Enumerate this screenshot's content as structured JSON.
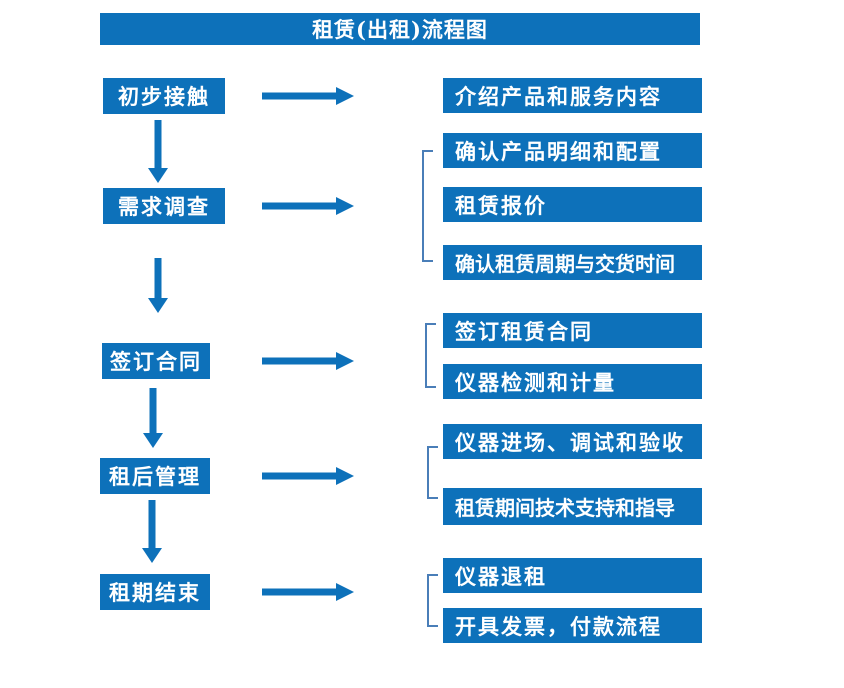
{
  "title": "租赁(出租)流程图",
  "colors": {
    "accent_blue": "#0d71ba",
    "bracket_blue": "#4a7eb8",
    "text_white": "#ffffff"
  },
  "icons": {
    "right_arrow": "right-arrow-icon",
    "down_arrow": "down-arrow-icon"
  },
  "steps": [
    {
      "label": "初步接触",
      "details": [
        "介绍产品和服务内容"
      ]
    },
    {
      "label": "需求调查",
      "details": [
        "确认产品明细和配置",
        "租赁报价",
        "确认租赁周期与交货时间"
      ]
    },
    {
      "label": "签订合同",
      "details": [
        "签订租赁合同",
        "仪器检测和计量"
      ]
    },
    {
      "label": "租后管理",
      "details": [
        "仪器进场、调试和验收",
        "租赁期间技术支持和指导"
      ]
    },
    {
      "label": "租期结束",
      "details": [
        "仪器退租",
        "开具发票，付款流程"
      ]
    }
  ]
}
